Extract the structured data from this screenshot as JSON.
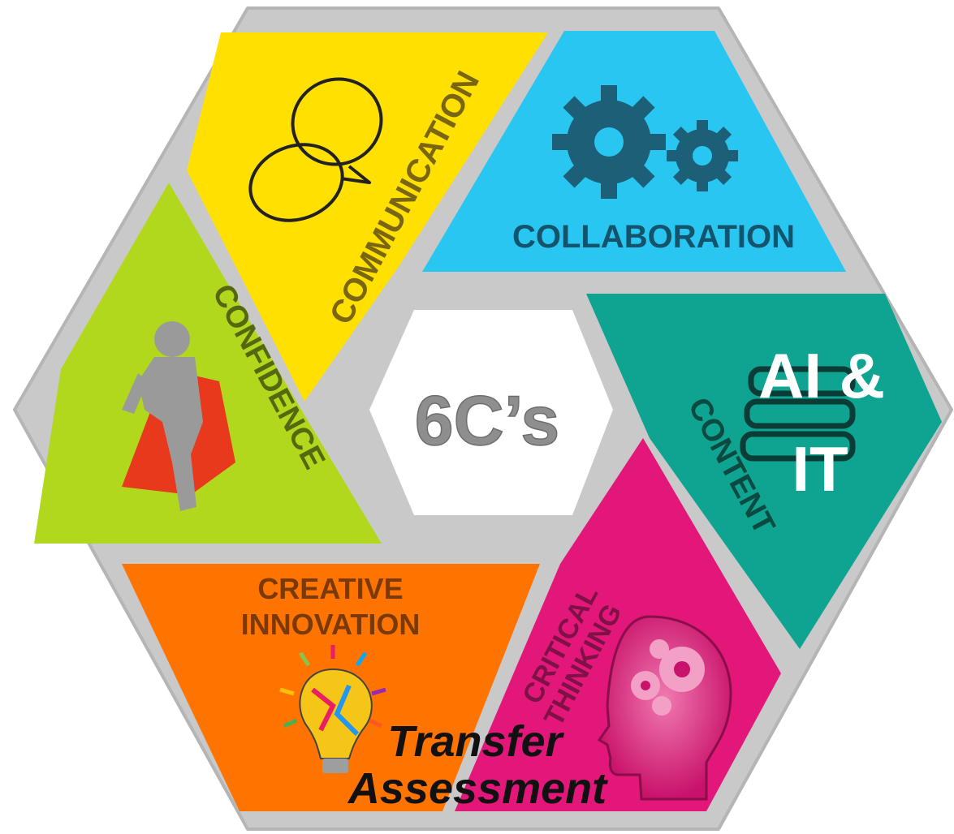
{
  "diagram": {
    "center_label": "6C’s",
    "segments": {
      "communication": {
        "label": "COMMUNICATION",
        "color": "#FFE000",
        "text_color": "#7A6610",
        "icon": "speech-bubbles-icon"
      },
      "collaboration": {
        "label": "COLLABORATION",
        "color": "#29C6F2",
        "text_color": "#13536B",
        "icon": "gears-icon"
      },
      "confidence": {
        "label": "CONFIDENCE",
        "color": "#B2D81E",
        "text_color": "#56680F",
        "icon": "superhero-icon"
      },
      "content": {
        "label": "CONTENT",
        "color": "#0FA391",
        "text_color": "#0A4A41",
        "icon": "books-icon"
      },
      "creative_innovation": {
        "line1": "CREATIVE",
        "line2": "INNOVATION",
        "color": "#FF7400",
        "text_color": "#7A3A08",
        "icon": "lightbulb-icon"
      },
      "critical_thinking": {
        "line1": "CRITICAL",
        "line2": "THINKING",
        "color": "#E3177A",
        "text_color": "#7E1146",
        "icon": "head-gears-icon"
      }
    },
    "overlay": {
      "ai_line1": "AI &",
      "ai_line2": "IT",
      "transfer_line1": "Transfer",
      "transfer_line2": "Assessment"
    },
    "colors": {
      "frame": "#C9C9C9",
      "center": "#FFFFFF",
      "center_text": "#8E8E8E"
    }
  }
}
